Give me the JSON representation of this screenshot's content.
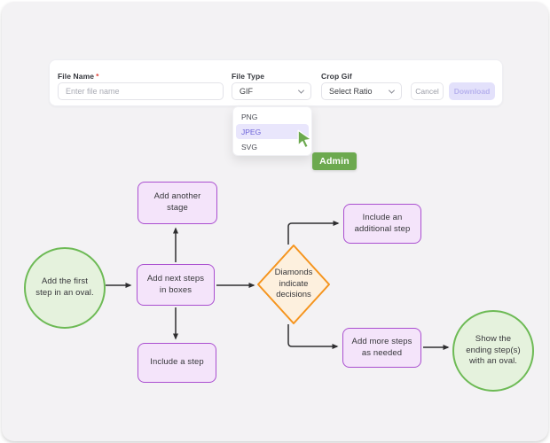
{
  "form": {
    "file_name": {
      "label": "File Name",
      "required_mark": "*",
      "placeholder": "Enter file name"
    },
    "file_type": {
      "label": "File Type",
      "value": "GIF"
    },
    "crop_gif": {
      "label": "Crop Gif",
      "value": "Select Ratio"
    },
    "cancel_label": "Cancel",
    "download_label": "Download"
  },
  "dropdown": {
    "options": [
      "PNG",
      "JPEG",
      "SVG"
    ],
    "highlighted_option": "JPEG"
  },
  "cursor": {
    "label": "Admin",
    "color": "#6ca94f"
  },
  "flowchart": {
    "start_oval": {
      "text": "Add the first\nstep in an oval."
    },
    "box_top": {
      "text": "Add another\nstage"
    },
    "box_center": {
      "text": "Add next steps\nin boxes"
    },
    "box_bottom": {
      "text": "Include a step"
    },
    "diamond": {
      "text": "Diamonds\nindicate\ndecisions"
    },
    "box_tr": {
      "text": "Include an\nadditional step"
    },
    "box_br": {
      "text": "Add more steps\nas needed"
    },
    "end_oval": {
      "text": "Show the\nending step(s)\nwith an oval."
    }
  },
  "colors": {
    "card_background": "#f3f2f4",
    "box_fill": "#f4e4fa",
    "box_border": "#aa4fd0",
    "oval_fill": "#e5f2dd",
    "oval_border": "#6dba55",
    "diamond_fill": "#fdf0de",
    "diamond_border": "#f5941d",
    "arrow": "#2e2e30",
    "highlight_option_bg": "#e9e6fc",
    "highlight_option_text": "#6e64d9",
    "download_button_bg": "#e3e1fb",
    "cursor_green": "#6ca94f",
    "required_red": "#e0443a"
  }
}
